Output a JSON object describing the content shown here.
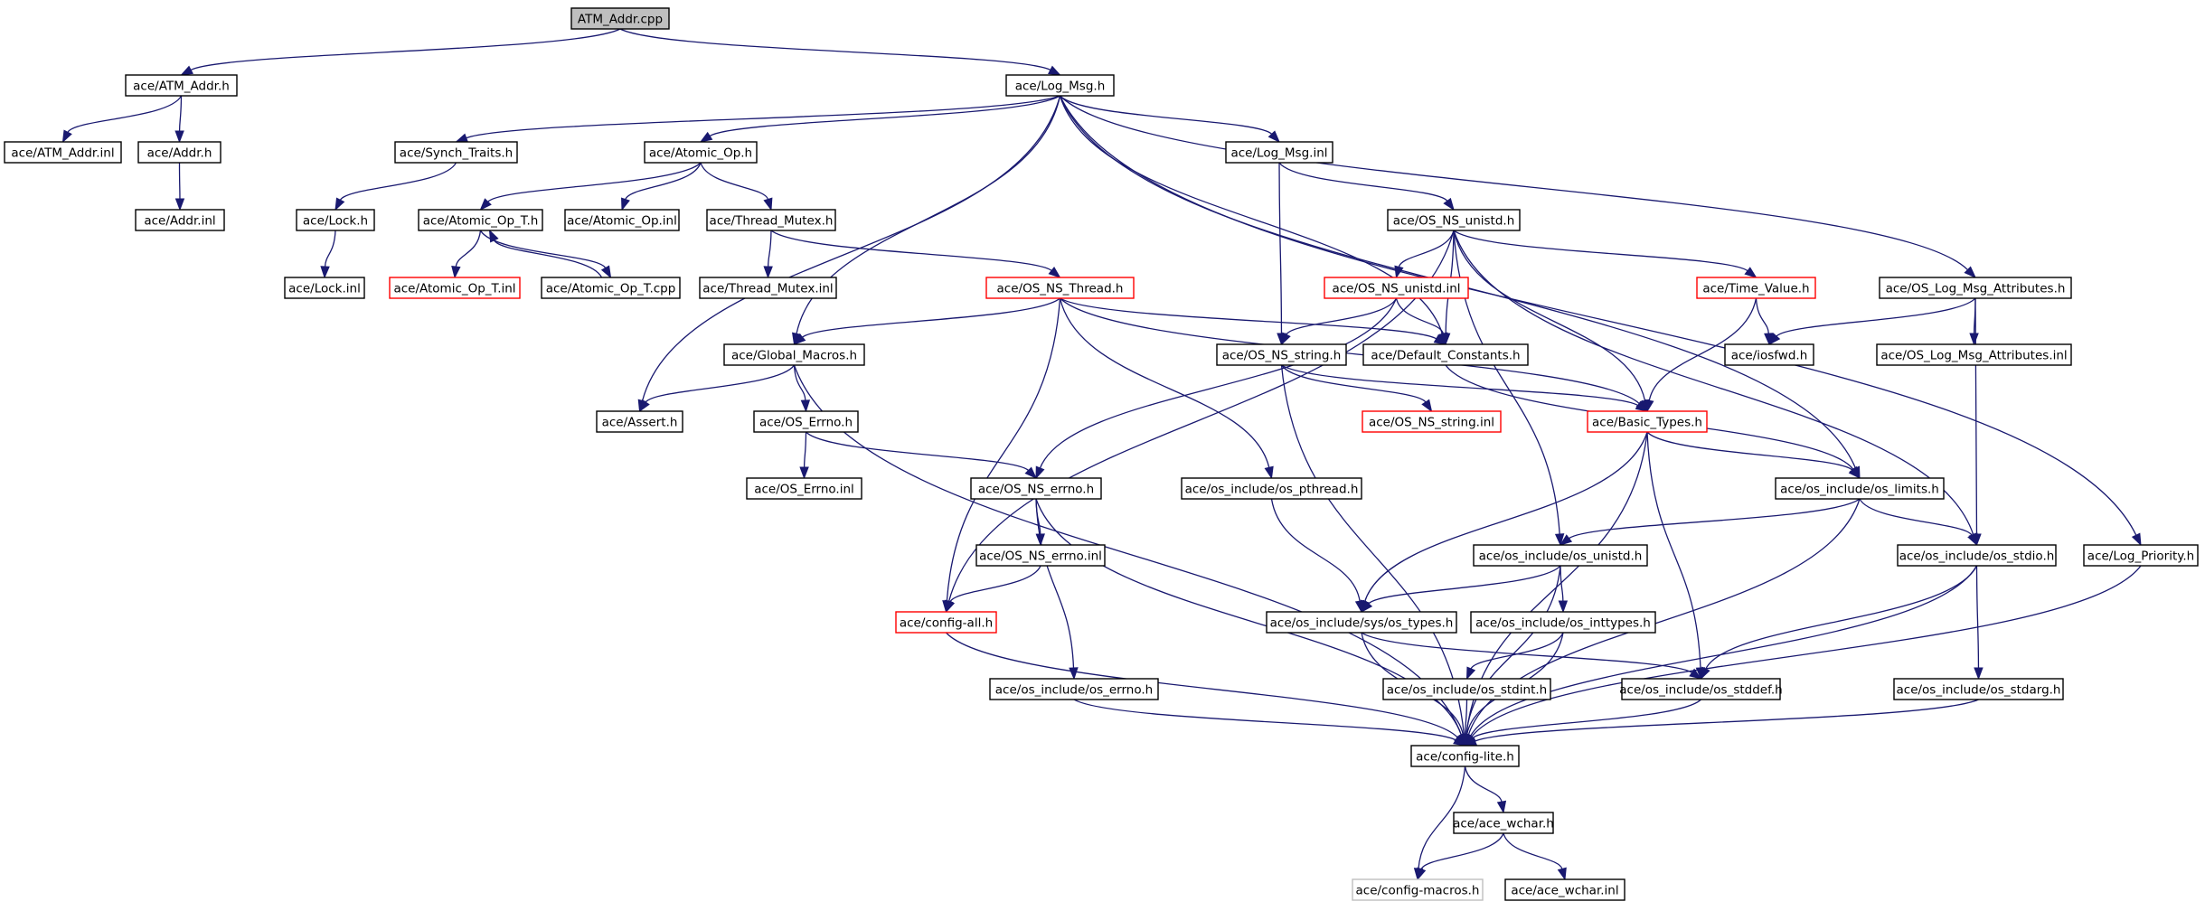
{
  "diagram": {
    "nodes": [
      {
        "id": "atm_addr_cpp",
        "label": "ATM_Addr.cpp",
        "style": "root"
      },
      {
        "id": "atm_addr_h",
        "label": "ace/ATM_Addr.h",
        "style": "normal"
      },
      {
        "id": "log_msg_h",
        "label": "ace/Log_Msg.h",
        "style": "normal"
      },
      {
        "id": "atm_addr_inl",
        "label": "ace/ATM_Addr.inl",
        "style": "normal"
      },
      {
        "id": "addr_h",
        "label": "ace/Addr.h",
        "style": "normal"
      },
      {
        "id": "addr_inl",
        "label": "ace/Addr.inl",
        "style": "normal"
      },
      {
        "id": "synch_traits_h",
        "label": "ace/Synch_Traits.h",
        "style": "normal"
      },
      {
        "id": "atomic_op_h",
        "label": "ace/Atomic_Op.h",
        "style": "normal"
      },
      {
        "id": "log_msg_inl",
        "label": "ace/Log_Msg.inl",
        "style": "normal"
      },
      {
        "id": "lock_h",
        "label": "ace/Lock.h",
        "style": "normal"
      },
      {
        "id": "atomic_op_t_h",
        "label": "ace/Atomic_Op_T.h",
        "style": "normal"
      },
      {
        "id": "atomic_op_inl",
        "label": "ace/Atomic_Op.inl",
        "style": "normal"
      },
      {
        "id": "thread_mutex_h",
        "label": "ace/Thread_Mutex.h",
        "style": "normal"
      },
      {
        "id": "os_ns_unistd_h",
        "label": "ace/OS_NS_unistd.h",
        "style": "normal"
      },
      {
        "id": "lock_inl",
        "label": "ace/Lock.inl",
        "style": "normal"
      },
      {
        "id": "atomic_op_t_inl",
        "label": "ace/Atomic_Op_T.inl",
        "style": "truncated"
      },
      {
        "id": "atomic_op_t_cpp",
        "label": "ace/Atomic_Op_T.cpp",
        "style": "normal"
      },
      {
        "id": "thread_mutex_inl",
        "label": "ace/Thread_Mutex.inl",
        "style": "normal"
      },
      {
        "id": "os_ns_thread_h",
        "label": "ace/OS_NS_Thread.h",
        "style": "truncated"
      },
      {
        "id": "os_ns_unistd_inl",
        "label": "ace/OS_NS_unistd.inl",
        "style": "truncated"
      },
      {
        "id": "time_value_h",
        "label": "ace/Time_Value.h",
        "style": "truncated"
      },
      {
        "id": "os_log_msg_attr_h",
        "label": "ace/OS_Log_Msg_Attributes.h",
        "style": "normal"
      },
      {
        "id": "global_macros_h",
        "label": "ace/Global_Macros.h",
        "style": "normal"
      },
      {
        "id": "os_ns_string_h",
        "label": "ace/OS_NS_string.h",
        "style": "normal"
      },
      {
        "id": "default_constants_h",
        "label": "ace/Default_Constants.h",
        "style": "normal"
      },
      {
        "id": "iosfwd_h",
        "label": "ace/iosfwd.h",
        "style": "normal"
      },
      {
        "id": "os_log_msg_attr_inl",
        "label": "ace/OS_Log_Msg_Attributes.inl",
        "style": "normal"
      },
      {
        "id": "assert_h",
        "label": "ace/Assert.h",
        "style": "normal"
      },
      {
        "id": "os_errno_h",
        "label": "ace/OS_Errno.h",
        "style": "normal"
      },
      {
        "id": "os_ns_string_inl",
        "label": "ace/OS_NS_string.inl",
        "style": "truncated"
      },
      {
        "id": "basic_types_h",
        "label": "ace/Basic_Types.h",
        "style": "truncated"
      },
      {
        "id": "os_errno_inl",
        "label": "ace/OS_Errno.inl",
        "style": "normal"
      },
      {
        "id": "os_ns_errno_h",
        "label": "ace/OS_NS_errno.h",
        "style": "normal"
      },
      {
        "id": "os_pthread_h",
        "label": "ace/os_include/os_pthread.h",
        "style": "normal"
      },
      {
        "id": "os_limits_h",
        "label": "ace/os_include/os_limits.h",
        "style": "normal"
      },
      {
        "id": "os_ns_errno_inl",
        "label": "ace/OS_NS_errno.inl",
        "style": "normal"
      },
      {
        "id": "os_unistd_h",
        "label": "ace/os_include/os_unistd.h",
        "style": "normal"
      },
      {
        "id": "os_stdio_h",
        "label": "ace/os_include/os_stdio.h",
        "style": "normal"
      },
      {
        "id": "log_priority_h",
        "label": "ace/Log_Priority.h",
        "style": "normal"
      },
      {
        "id": "config_all_h",
        "label": "ace/config-all.h",
        "style": "truncated"
      },
      {
        "id": "sys_os_types_h",
        "label": "ace/os_include/sys/os_types.h",
        "style": "normal"
      },
      {
        "id": "os_inttypes_h",
        "label": "ace/os_include/os_inttypes.h",
        "style": "normal"
      },
      {
        "id": "os_errno_inc_h",
        "label": "ace/os_include/os_errno.h",
        "style": "normal"
      },
      {
        "id": "os_stdint_h",
        "label": "ace/os_include/os_stdint.h",
        "style": "normal"
      },
      {
        "id": "os_stddef_h",
        "label": "ace/os_include/os_stddef.h",
        "style": "normal"
      },
      {
        "id": "os_stdarg_h",
        "label": "ace/os_include/os_stdarg.h",
        "style": "normal"
      },
      {
        "id": "config_lite_h",
        "label": "ace/config-lite.h",
        "style": "normal"
      },
      {
        "id": "ace_wchar_h",
        "label": "ace/ace_wchar.h",
        "style": "normal"
      },
      {
        "id": "config_macros_h",
        "label": "ace/config-macros.h",
        "style": "undocumented"
      },
      {
        "id": "ace_wchar_inl",
        "label": "ace/ace_wchar.inl",
        "style": "normal"
      }
    ],
    "edges": [
      [
        "atm_addr_cpp",
        "atm_addr_h"
      ],
      [
        "atm_addr_cpp",
        "log_msg_h"
      ],
      [
        "atm_addr_h",
        "atm_addr_inl"
      ],
      [
        "atm_addr_h",
        "addr_h"
      ],
      [
        "addr_h",
        "addr_inl"
      ],
      [
        "log_msg_h",
        "synch_traits_h"
      ],
      [
        "log_msg_h",
        "atomic_op_h"
      ],
      [
        "log_msg_h",
        "log_msg_inl"
      ],
      [
        "log_msg_h",
        "global_macros_h"
      ],
      [
        "log_msg_h",
        "assert_h"
      ],
      [
        "log_msg_h",
        "default_constants_h"
      ],
      [
        "log_msg_h",
        "os_limits_h"
      ],
      [
        "log_msg_h",
        "os_log_msg_attr_h"
      ],
      [
        "log_msg_h",
        "log_priority_h"
      ],
      [
        "synch_traits_h",
        "lock_h"
      ],
      [
        "lock_h",
        "lock_inl"
      ],
      [
        "atomic_op_h",
        "atomic_op_t_h"
      ],
      [
        "atomic_op_h",
        "atomic_op_inl"
      ],
      [
        "atomic_op_h",
        "thread_mutex_h"
      ],
      [
        "atomic_op_t_h",
        "atomic_op_t_inl"
      ],
      [
        "atomic_op_t_h",
        "atomic_op_t_cpp"
      ],
      [
        "atomic_op_t_cpp",
        "atomic_op_t_h"
      ],
      [
        "thread_mutex_h",
        "thread_mutex_inl"
      ],
      [
        "thread_mutex_h",
        "os_ns_thread_h"
      ],
      [
        "log_msg_inl",
        "os_ns_unistd_h"
      ],
      [
        "log_msg_inl",
        "os_ns_string_h"
      ],
      [
        "os_ns_unistd_h",
        "os_ns_unistd_inl"
      ],
      [
        "os_ns_unistd_h",
        "time_value_h"
      ],
      [
        "os_ns_unistd_h",
        "config_all_h"
      ],
      [
        "os_ns_unistd_h",
        "basic_types_h"
      ],
      [
        "os_ns_unistd_h",
        "os_unistd_h"
      ],
      [
        "os_ns_unistd_h",
        "os_stdio_h"
      ],
      [
        "os_ns_unistd_h",
        "default_constants_h"
      ],
      [
        "os_ns_thread_h",
        "global_macros_h"
      ],
      [
        "os_ns_thread_h",
        "default_constants_h"
      ],
      [
        "os_ns_thread_h",
        "basic_types_h"
      ],
      [
        "os_ns_thread_h",
        "os_pthread_h"
      ],
      [
        "os_ns_thread_h",
        "config_all_h"
      ],
      [
        "os_ns_unistd_inl",
        "os_ns_string_h"
      ],
      [
        "os_ns_unistd_inl",
        "default_constants_h"
      ],
      [
        "os_ns_unistd_inl",
        "os_ns_errno_h"
      ],
      [
        "time_value_h",
        "basic_types_h"
      ],
      [
        "time_value_h",
        "iosfwd_h"
      ],
      [
        "os_log_msg_attr_h",
        "iosfwd_h"
      ],
      [
        "os_log_msg_attr_h",
        "os_log_msg_attr_inl"
      ],
      [
        "os_log_msg_attr_h",
        "os_stdio_h"
      ],
      [
        "global_macros_h",
        "assert_h"
      ],
      [
        "global_macros_h",
        "os_errno_h"
      ],
      [
        "global_macros_h",
        "config_lite_h"
      ],
      [
        "os_ns_string_h",
        "os_ns_string_inl"
      ],
      [
        "os_ns_string_h",
        "basic_types_h"
      ],
      [
        "os_ns_string_h",
        "config_lite_h"
      ],
      [
        "default_constants_h",
        "os_limits_h"
      ],
      [
        "os_errno_h",
        "os_errno_inl"
      ],
      [
        "os_errno_h",
        "os_ns_errno_h"
      ],
      [
        "basic_types_h",
        "os_limits_h"
      ],
      [
        "basic_types_h",
        "sys_os_types_h"
      ],
      [
        "basic_types_h",
        "os_stddef_h"
      ],
      [
        "basic_types_h",
        "config_lite_h"
      ],
      [
        "os_ns_errno_h",
        "os_ns_errno_inl"
      ],
      [
        "os_ns_errno_h",
        "os_errno_inc_h"
      ],
      [
        "os_ns_errno_h",
        "config_lite_h"
      ],
      [
        "os_ns_errno_inl",
        "config_all_h"
      ],
      [
        "os_pthread_h",
        "sys_os_types_h"
      ],
      [
        "os_limits_h",
        "os_unistd_h"
      ],
      [
        "os_limits_h",
        "os_stdio_h"
      ],
      [
        "os_limits_h",
        "config_lite_h"
      ],
      [
        "os_unistd_h",
        "sys_os_types_h"
      ],
      [
        "os_unistd_h",
        "os_inttypes_h"
      ],
      [
        "os_unistd_h",
        "config_lite_h"
      ],
      [
        "os_stdio_h",
        "os_stddef_h"
      ],
      [
        "os_stdio_h",
        "os_stdarg_h"
      ],
      [
        "os_stdio_h",
        "config_lite_h"
      ],
      [
        "log_priority_h",
        "config_lite_h"
      ],
      [
        "config_all_h",
        "config_lite_h"
      ],
      [
        "sys_os_types_h",
        "os_stddef_h"
      ],
      [
        "sys_os_types_h",
        "config_lite_h"
      ],
      [
        "os_inttypes_h",
        "os_stdint_h"
      ],
      [
        "os_inttypes_h",
        "config_lite_h"
      ],
      [
        "os_errno_inc_h",
        "config_lite_h"
      ],
      [
        "os_stdint_h",
        "config_lite_h"
      ],
      [
        "os_stddef_h",
        "config_lite_h"
      ],
      [
        "os_stdarg_h",
        "config_lite_h"
      ],
      [
        "config_lite_h",
        "ace_wchar_h"
      ],
      [
        "config_lite_h",
        "config_macros_h"
      ],
      [
        "ace_wchar_h",
        "config_macros_h"
      ],
      [
        "ace_wchar_h",
        "ace_wchar_inl"
      ]
    ]
  },
  "colors": {
    "edge": "#191970",
    "root_fill": "#bfbfbf",
    "node_border": "#000000",
    "truncated_border": "#ff0000",
    "undocumented_border": "#bfbfbf",
    "node_fill": "#ffffff"
  }
}
